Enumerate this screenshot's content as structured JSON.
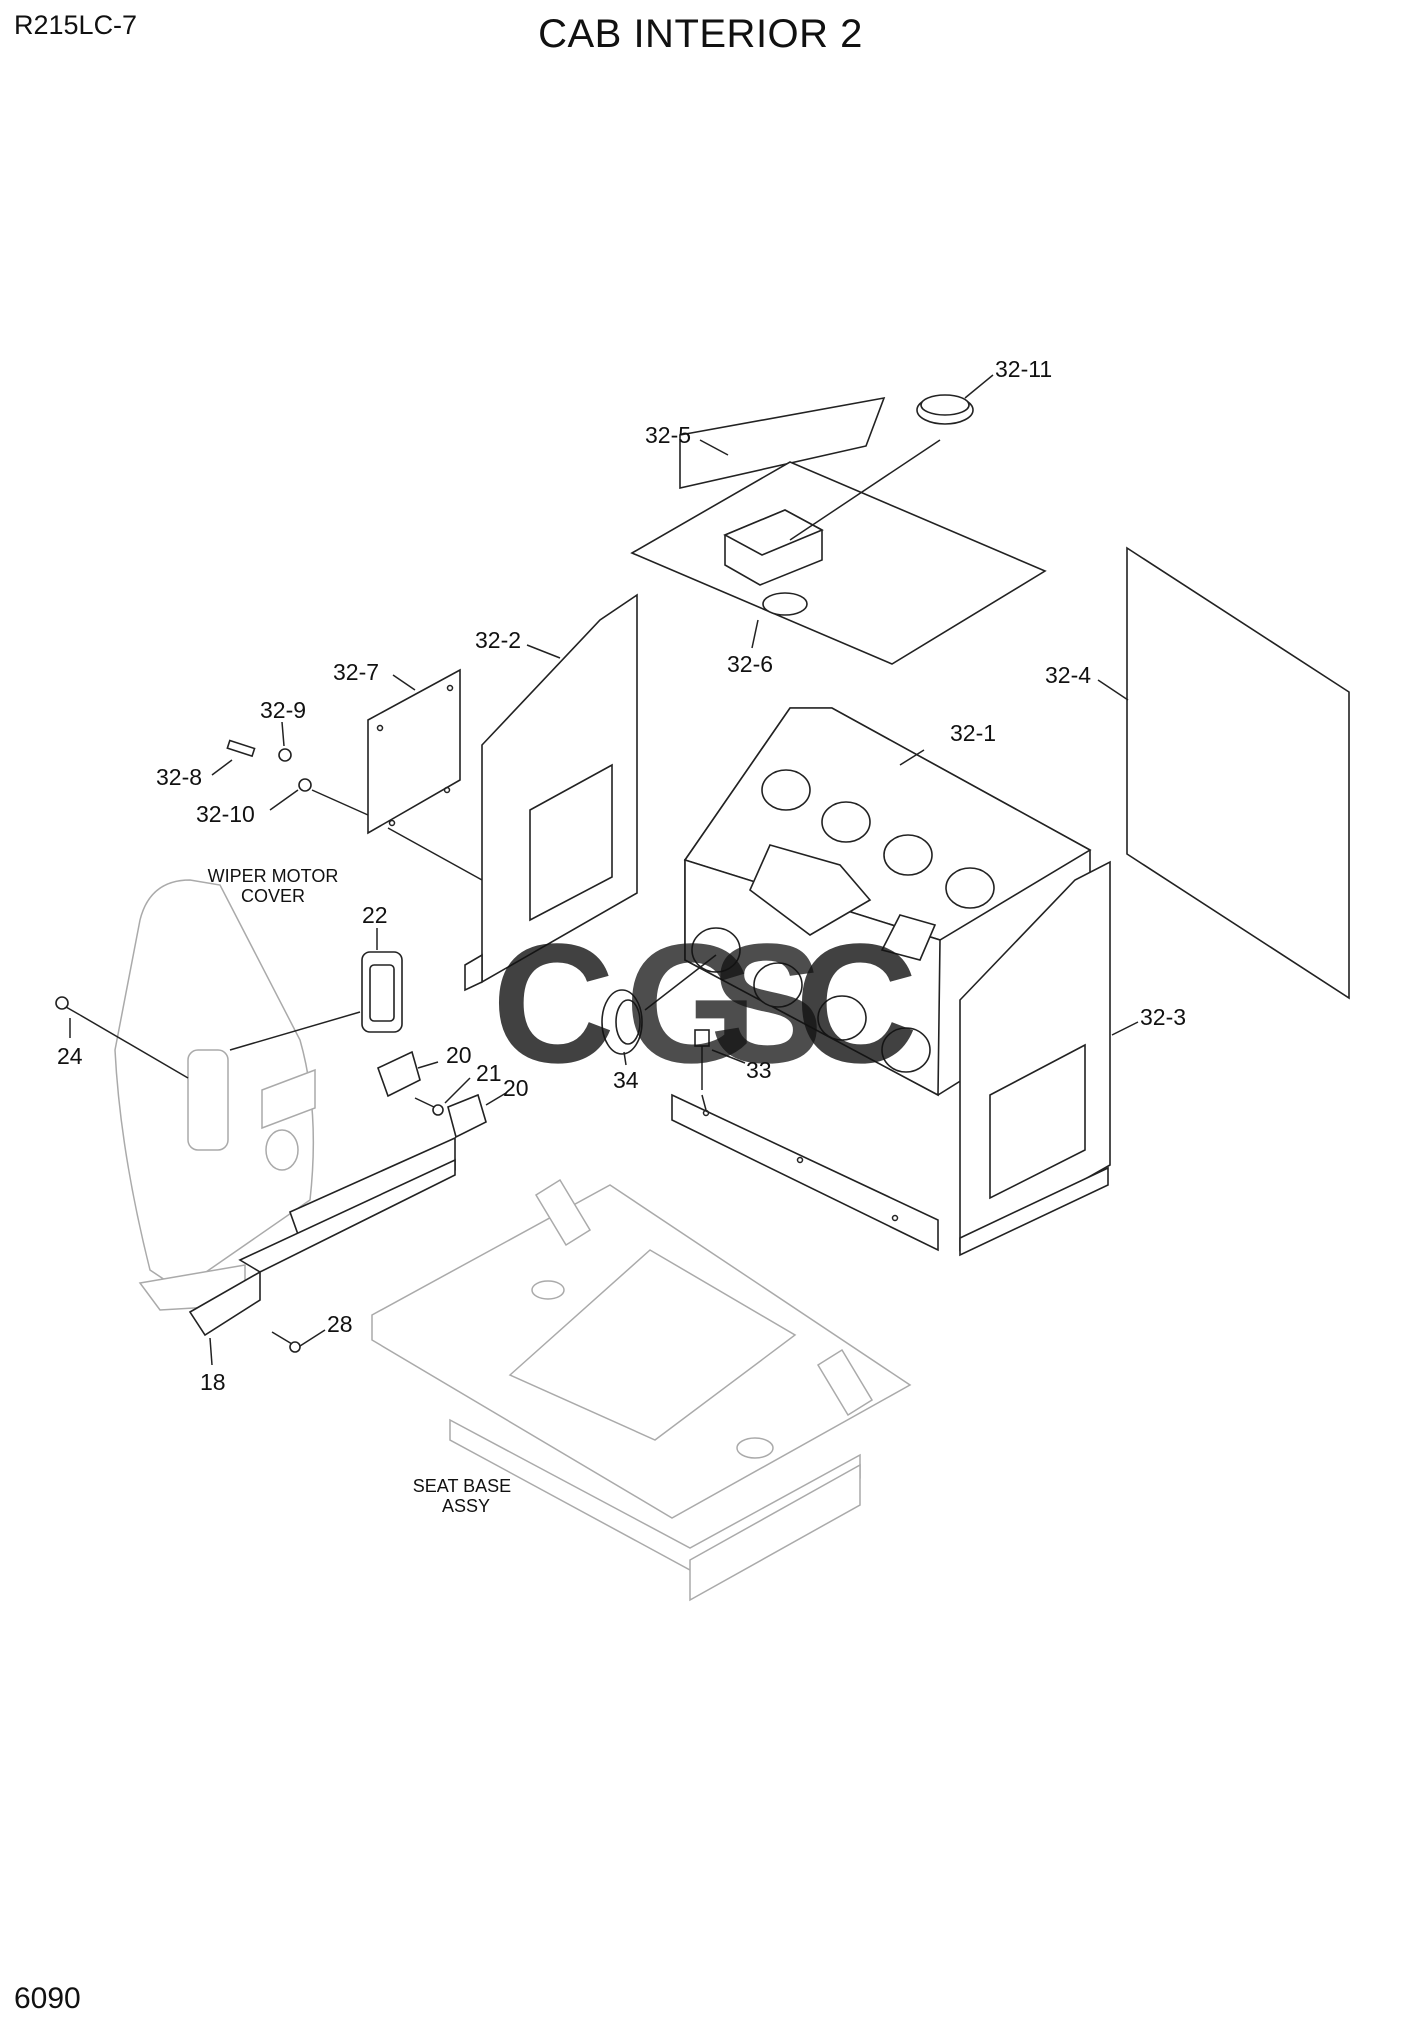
{
  "header": {
    "model": "R215LC-7",
    "title": "CAB INTERIOR 2"
  },
  "footer": {
    "page_number": "6090"
  },
  "watermark": {
    "letters": [
      {
        "char": "C",
        "color": "#4f8ff7"
      },
      {
        "char": "G",
        "color": "#f06b6b"
      },
      {
        "char": "S",
        "color": "#f7cf4a"
      },
      {
        "char": "C",
        "color": "#3fae72"
      }
    ]
  },
  "callouts": {
    "c32_11": "32-11",
    "c32_5": "32-5",
    "c32_6": "32-6",
    "c32_2": "32-2",
    "c32_7": "32-7",
    "c32_9": "32-9",
    "c32_8": "32-8",
    "c32_10": "32-10",
    "c32_4": "32-4",
    "c32_1": "32-1",
    "c32_3": "32-3",
    "c22": "22",
    "c24": "24",
    "c20a": "20",
    "c21": "21",
    "c20b": "20",
    "c34": "34",
    "c33": "33",
    "c28": "28",
    "c18": "18"
  },
  "notes": {
    "wiper_line1": "WIPER MOTOR",
    "wiper_line2": "COVER",
    "seat_line1": "SEAT BASE",
    "seat_line2": "ASSY"
  }
}
